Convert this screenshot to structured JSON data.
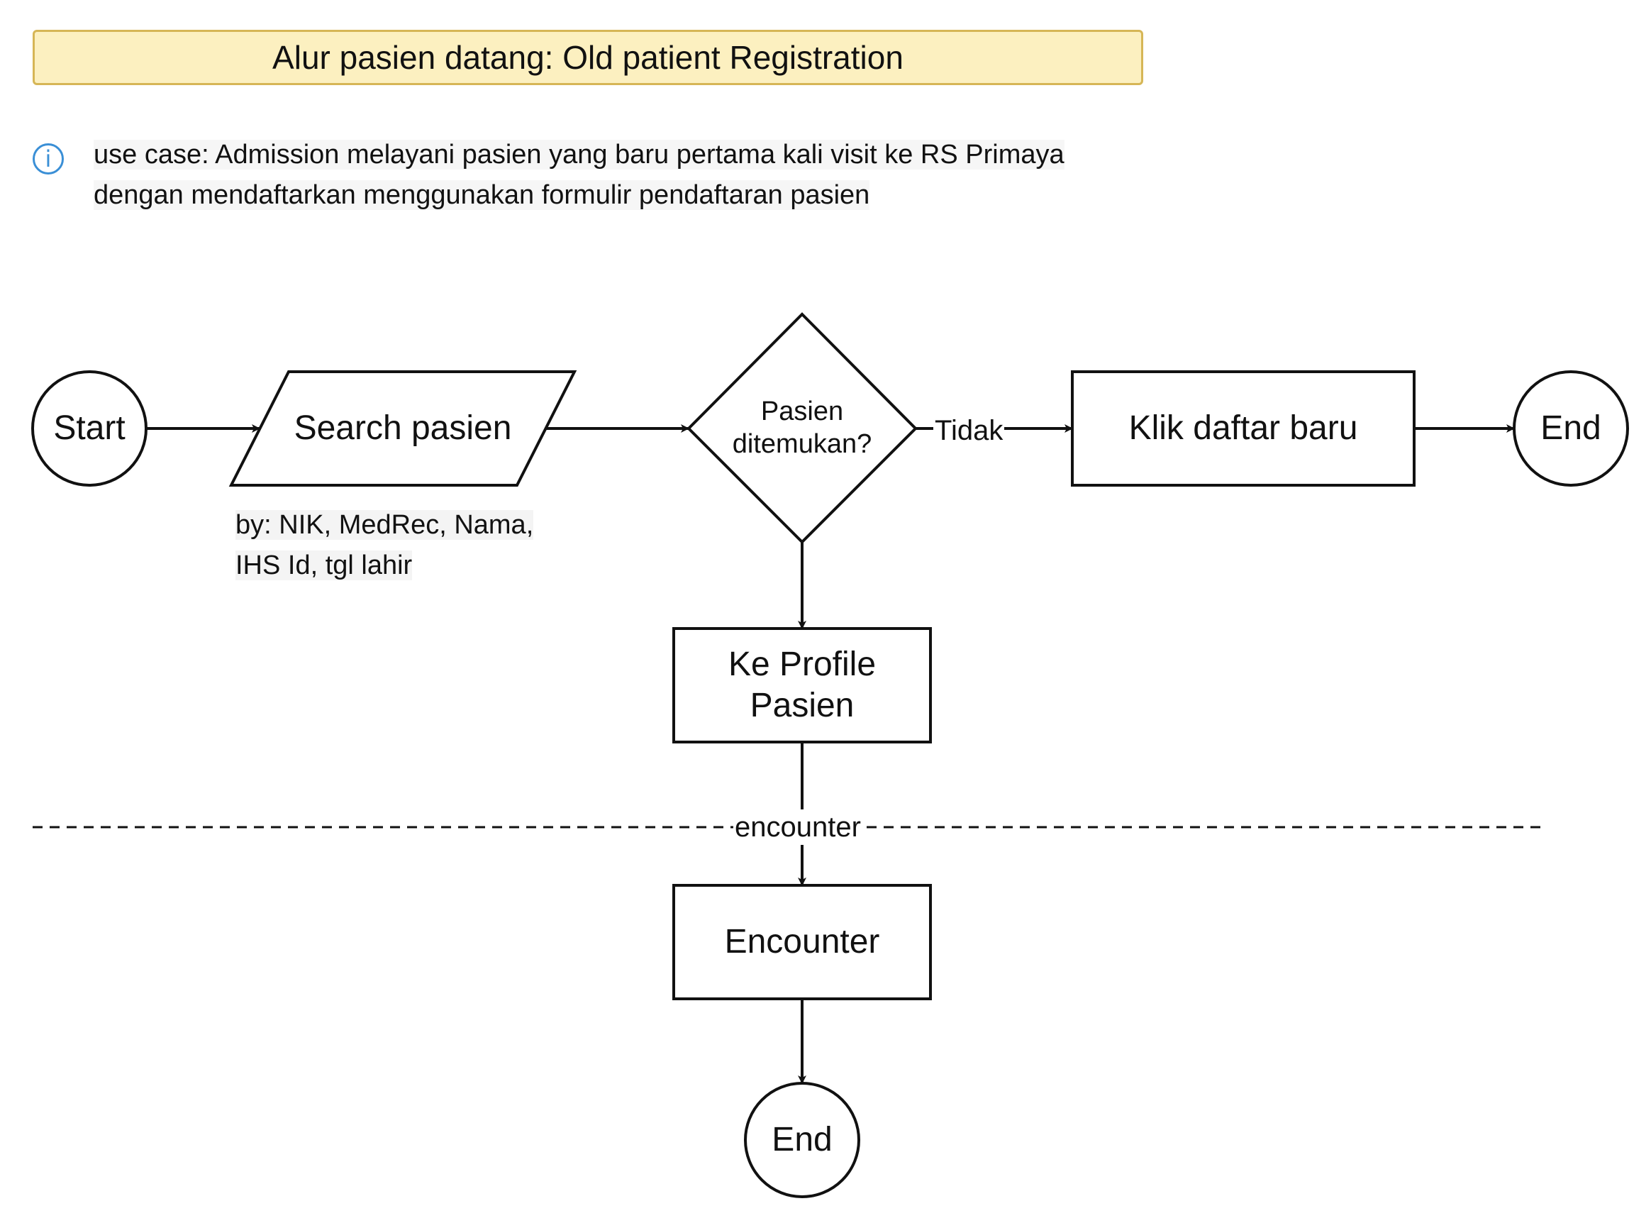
{
  "header": {
    "title": "Alur pasien datang: Old patient Registration"
  },
  "info": {
    "icon": "info-icon",
    "line1": "use case: Admission melayani pasien yang baru pertama kali visit ke RS Primaya",
    "line2": "dengan mendaftarkan menggunakan formulir pendaftaran pasien"
  },
  "nodes": {
    "start": "Start",
    "search": "Search pasien",
    "decision_line1": "Pasien",
    "decision_line2": "ditemukan?",
    "daftar_baru": "Klik daftar baru",
    "end_right": "End",
    "profile_line1": "Ke Profile",
    "profile_line2": "Pasien",
    "encounter": "Encounter",
    "end_bottom": "End"
  },
  "notes": {
    "search_line1": "by: NIK, MedRec, Nama,",
    "search_line2": "IHS Id, tgl lahir"
  },
  "edges": {
    "tidak": "Tidak",
    "encounter": "encounter"
  },
  "colors": {
    "title_fill": "#fcf0c0",
    "title_border": "#d6b656",
    "info_icon": "#3a8fd6",
    "stroke": "#111111"
  }
}
